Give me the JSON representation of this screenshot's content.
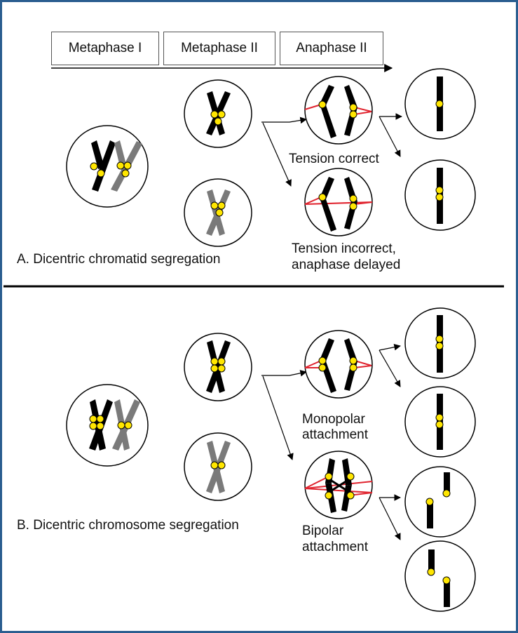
{
  "phases": [
    "Metaphase I",
    "Metaphase II",
    "Anaphase II"
  ],
  "panel_a": {
    "title": "A. Dicentric chromatid segregation",
    "label_correct": "Tension correct",
    "label_incorrect_line1": "Tension incorrect,",
    "label_incorrect_line2": "anaphase delayed"
  },
  "panel_b": {
    "title": "B. Dicentric chromosome segregation",
    "label_monopolar_line1": "Monopolar",
    "label_monopolar_line2": "attachment",
    "label_bipolar_line1": "Bipolar",
    "label_bipolar_line2": "attachment"
  },
  "colors": {
    "chromosome_black": "#000000",
    "chromosome_gray": "#7a7a7a",
    "centromere": "#ffe600",
    "spindle": "#e0232e",
    "frame": "#2a5d8f"
  }
}
